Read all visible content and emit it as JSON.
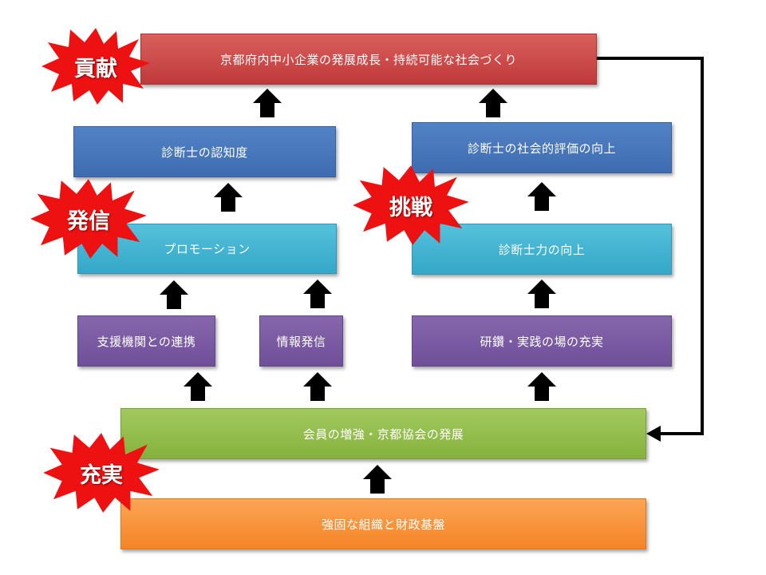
{
  "boxes": {
    "contribution": "京都府内中小企業の発展成長・持続可能な社会づくり",
    "recognition": "診断士の認知度",
    "social_eval": "診断士の社会的評価の向上",
    "promotion": "プロモーション",
    "skill_up": "診断士力の向上",
    "partnership": "支援機関との連携",
    "info": "情報発信",
    "training": "研鑽・実践の場の充実",
    "members": "会員の増強・京都協会の発展",
    "foundation": "強固な組織と財政基盤"
  },
  "bursts": {
    "kouken": "貢献",
    "hasshin": "発信",
    "chousen": "挑戦",
    "juujitsu": "充実"
  },
  "colors": {
    "burst": "#ee1111",
    "arrow": "#000000"
  }
}
